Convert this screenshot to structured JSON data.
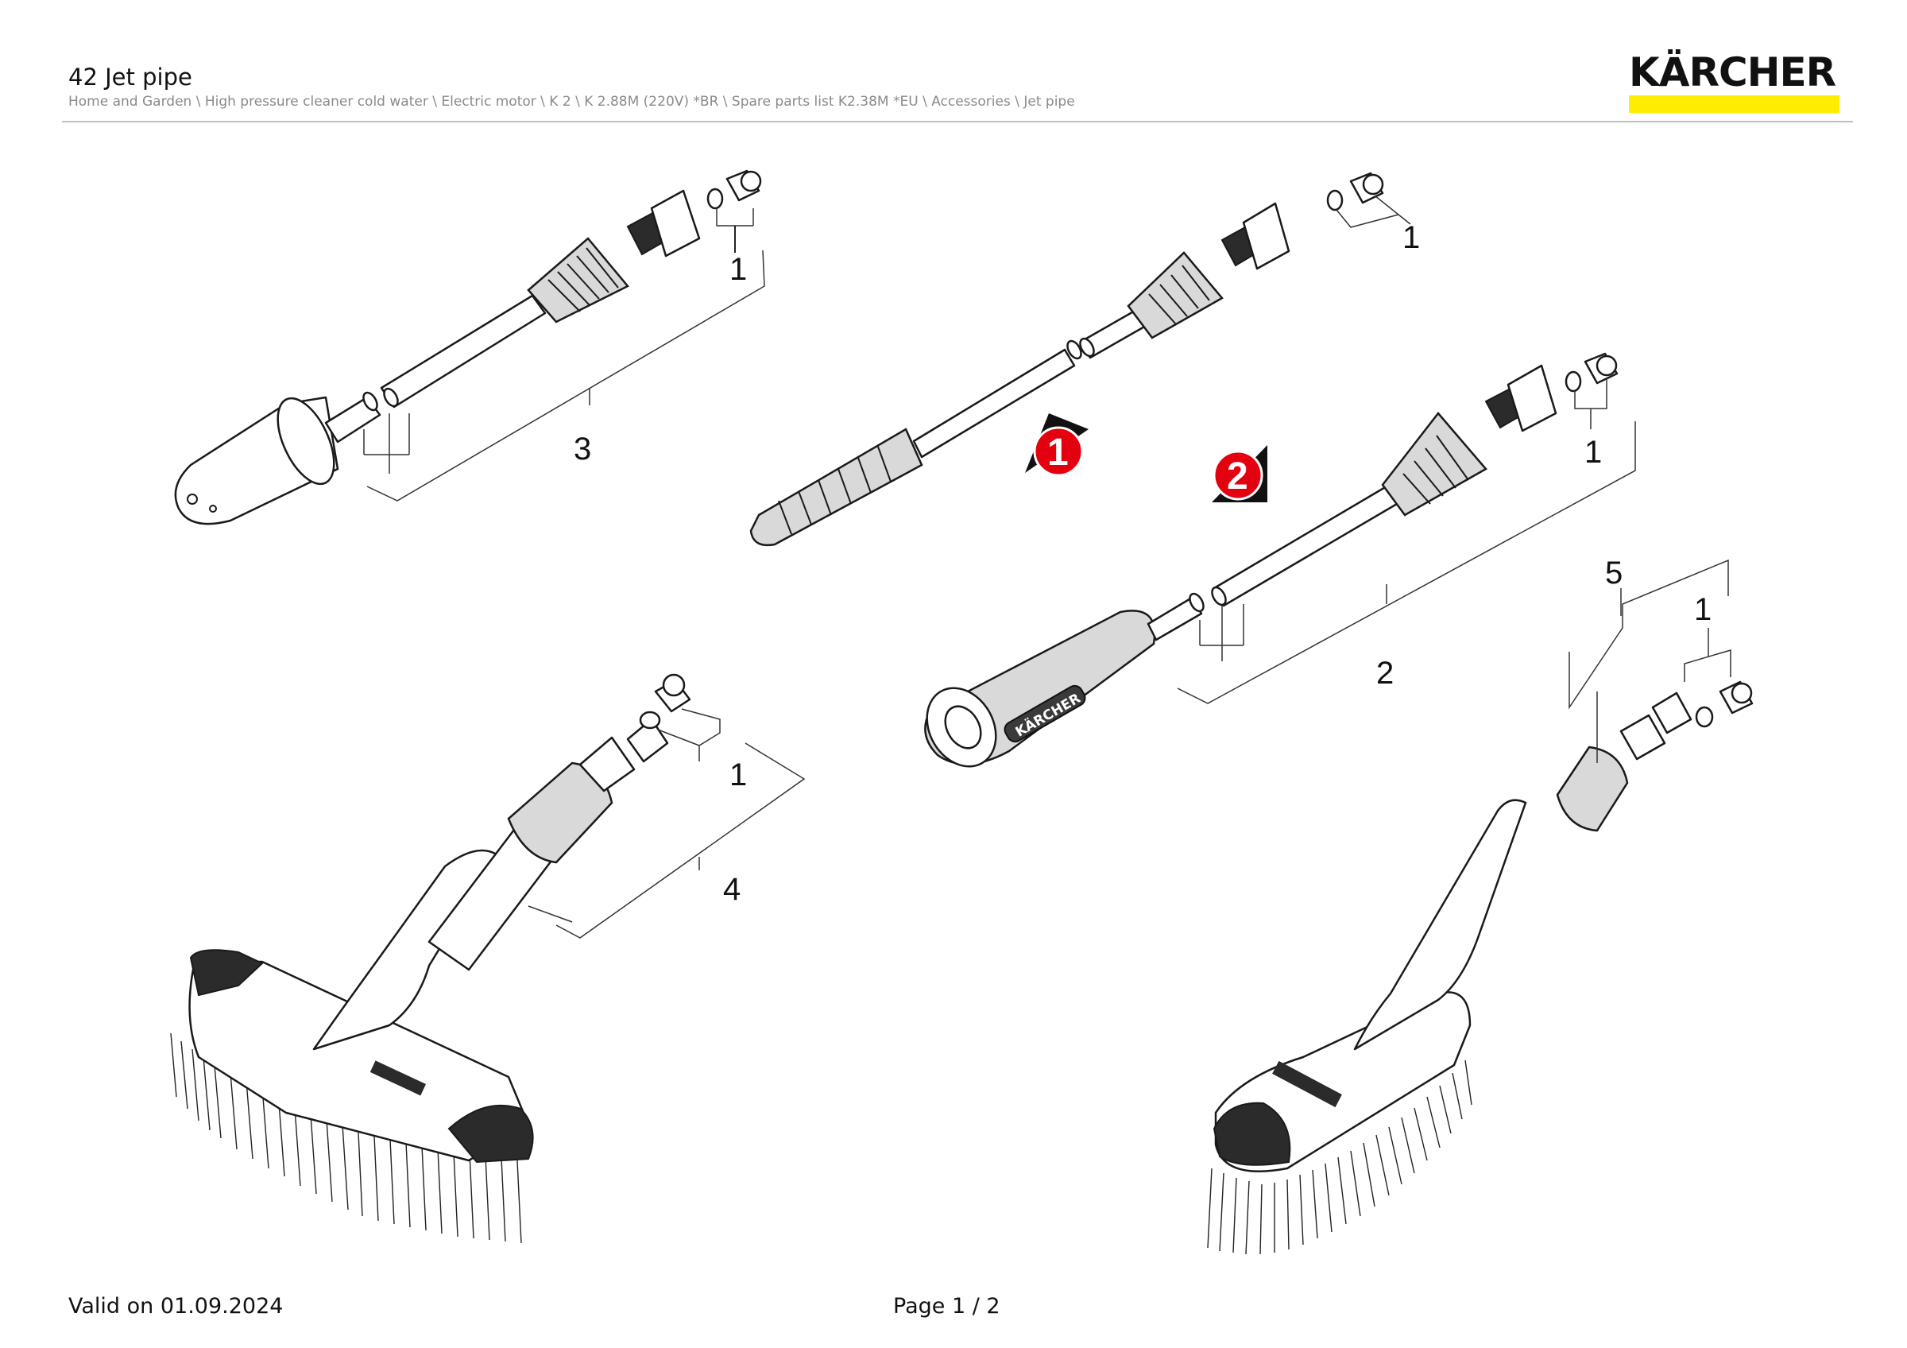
{
  "header": {
    "title": "42 Jet pipe",
    "breadcrumb": "Home and Garden \\ High pressure cleaner cold water \\ Electric motor \\ K 2 \\ K 2.88M (220V) *BR \\ Spare parts list K2.38M *EU \\ Accessories \\ Jet pipe"
  },
  "logo": {
    "text": "KÄRCHER",
    "bar_color": "#ffed00"
  },
  "drawing": {
    "callouts": {
      "c1a": "1",
      "c1b": "1",
      "c1c": "1",
      "c1d": "1",
      "c1e": "1",
      "c2": "2",
      "c3": "3",
      "c4": "4",
      "c5": "5"
    },
    "markers": {
      "m1": "1",
      "m2": "2",
      "color": "#e3000f"
    },
    "brand_stamp": "KÄRCHER"
  },
  "footer": {
    "valid": "Valid on 01.09.2024",
    "page": "Page 1 / 2"
  }
}
